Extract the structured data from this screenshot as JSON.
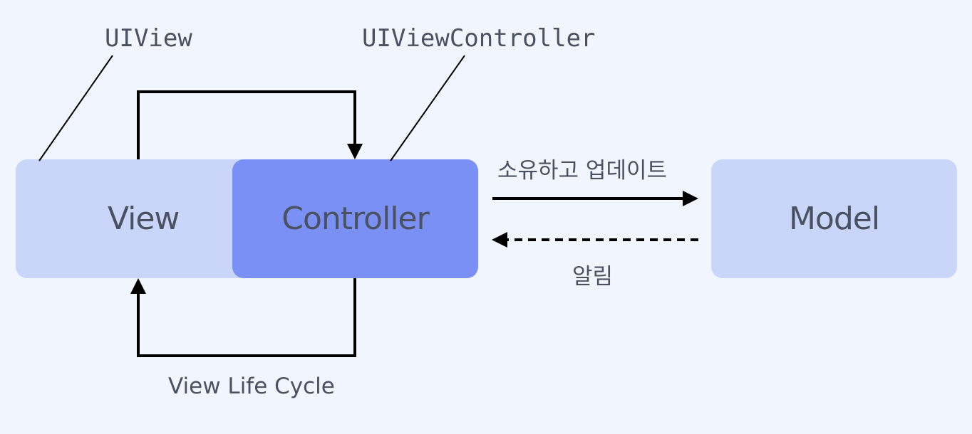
{
  "nodes": {
    "view": {
      "label": "View"
    },
    "controller": {
      "label": "Controller"
    },
    "model": {
      "label": "Model"
    }
  },
  "callouts": {
    "uiview": "UIView",
    "uiviewcontroller": "UIViewController"
  },
  "edges": {
    "owns_and_updates": "소유하고 업데이트",
    "notification": "알림",
    "view_life_cycle": "View Life Cycle"
  },
  "colors": {
    "background": "#f0f5fe",
    "view_fill": "#c9d6fa",
    "controller_fill": "#7a90f5",
    "model_fill": "#c9d6fa",
    "text": "#4a5160",
    "line": "#000000"
  }
}
